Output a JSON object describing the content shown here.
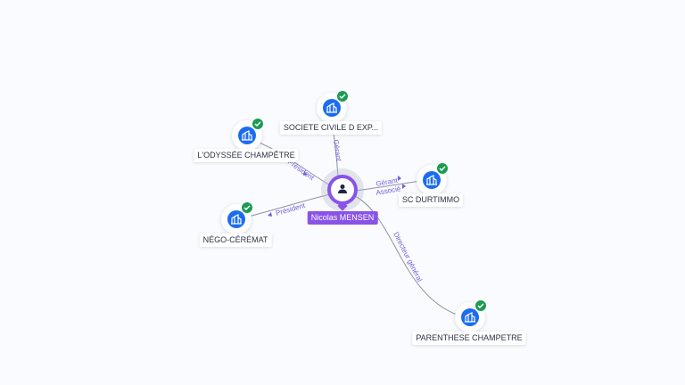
{
  "center": {
    "name": "Nicolas MENSEN",
    "icon": "person-icon"
  },
  "companies": {
    "societe": {
      "name": "SOCIETE CIVILE D EXP...",
      "icon": "building-icon",
      "status": "active-check-icon"
    },
    "lodyssee": {
      "name": "L'ODYSSÉE CHAMPÊTRE",
      "icon": "building-icon",
      "status": "active-check-icon"
    },
    "durtimmo": {
      "name": "SC DURTIMMO",
      "icon": "building-icon",
      "status": "active-check-icon"
    },
    "nego": {
      "name": "NÉGO-CÉRÉMAT",
      "icon": "building-icon",
      "status": "active-check-icon"
    },
    "parenthese": {
      "name": "PARENTHESE CHAMPETRE",
      "icon": "building-icon",
      "status": "active-check-icon"
    }
  },
  "relations": {
    "societe": "Gérant",
    "lodyssee": "Président",
    "durtimmo_1": "Gérant",
    "durtimmo_2": "Associé",
    "nego": "Président",
    "parenthese": "Directeur général"
  },
  "colors": {
    "accent": "#8a53e8",
    "company": "#1c6cf0",
    "check": "#1d9a53",
    "edge": "#8c93a8",
    "edge_label": "#6f63d9"
  }
}
